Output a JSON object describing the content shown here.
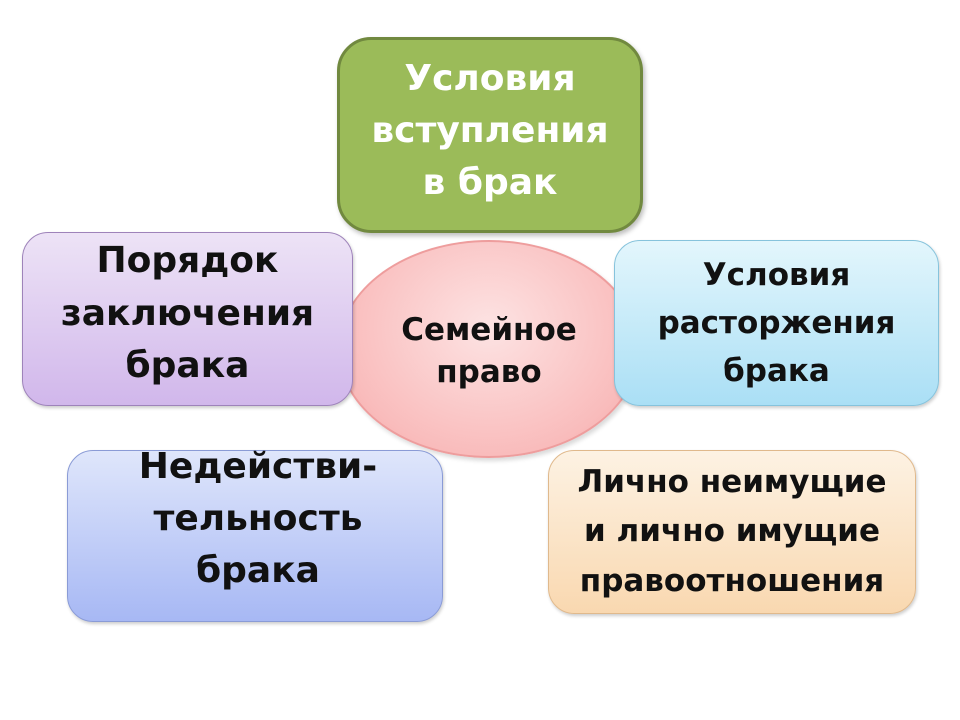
{
  "diagram": {
    "center": {
      "label": "Семейное\nправо"
    },
    "nodes": {
      "top": {
        "label": "Условия\nвступления\nв брак",
        "color": "#9bbb59"
      },
      "left": {
        "label": "Порядок\nзаключения\nбрака",
        "color": "#d1b7eb"
      },
      "right": {
        "label": "Условия\nрасторжения\nбрака",
        "color": "#aadff5"
      },
      "bottom_left": {
        "label": "Недействи-\nтельность\nбрака",
        "color": "#a7b8f4"
      },
      "bottom_right": {
        "label": "Лично неимущие\nи лично имущие\nправоотношения",
        "color": "#f9d8b0"
      }
    }
  }
}
